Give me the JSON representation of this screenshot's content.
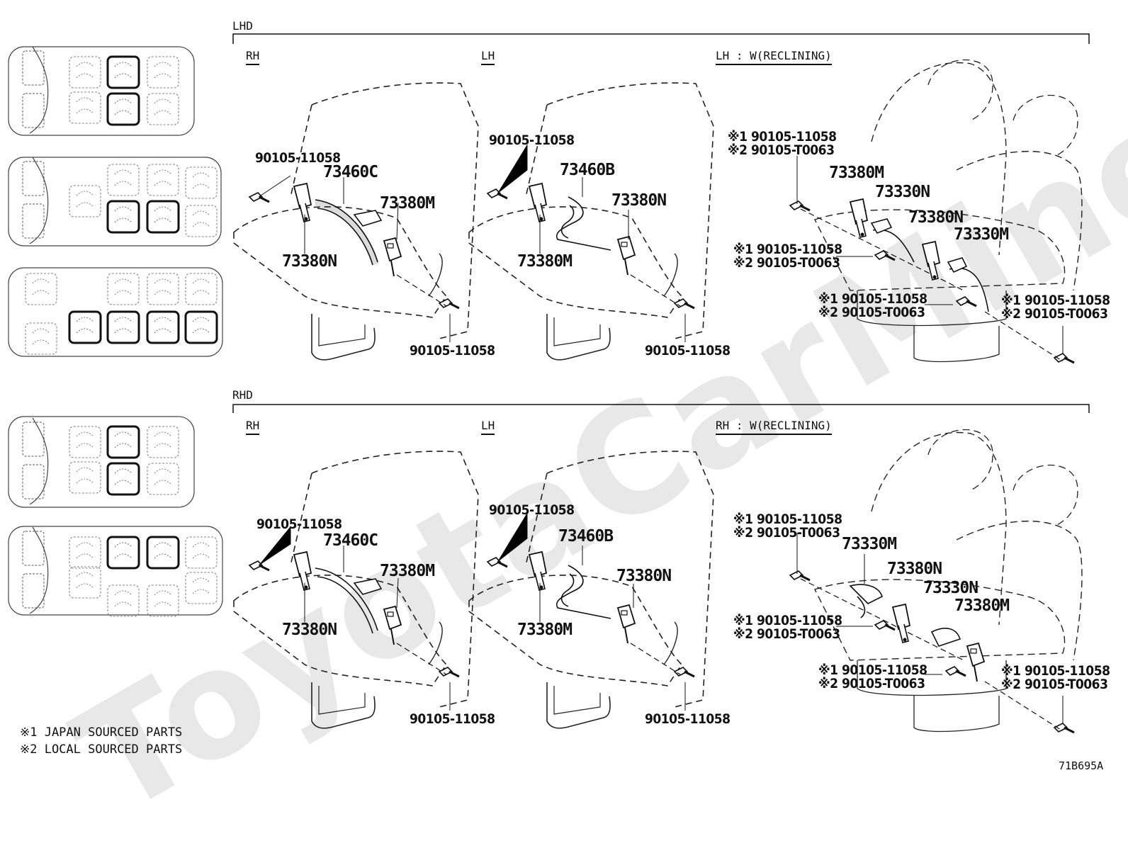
{
  "watermark": "ToyotaCarMine.ru",
  "lhd": {
    "title": "LHD",
    "rh": {
      "title": "RH",
      "bolt_top": "90105-11058",
      "retractor": "73460C",
      "buckle_right": "73380M",
      "buckle_left": "73380N",
      "bolt_bottom": "90105-11058"
    },
    "lh": {
      "title": "LH",
      "bolt_top": "90105-11058",
      "retractor": "73460B",
      "buckle_right": "73380N",
      "buckle_left": "73380M",
      "bolt_bottom": "90105-11058"
    },
    "recl": {
      "title": "LH : W(RECLINING)",
      "a1": "※1 90105-11058",
      "a2": "※2 90105-T0063",
      "p1": "73380M",
      "p2": "73330N",
      "p3": "73380N",
      "p4": "73330M",
      "b1": "※1 90105-11058",
      "b2": "※2 90105-T0063",
      "c1": "※1 90105-11058",
      "c2": "※2 90105-T0063",
      "d1": "※1 90105-11058",
      "d2": "※2 90105-T0063"
    }
  },
  "rhd": {
    "title": "RHD",
    "rh": {
      "title": "RH",
      "bolt_top": "90105-11058",
      "retractor": "73460C",
      "buckle_right": "73380M",
      "buckle_left": "73380N",
      "bolt_bottom": "90105-11058"
    },
    "lh": {
      "title": "LH",
      "bolt_top": "90105-11058",
      "retractor": "73460B",
      "buckle_right": "73380N",
      "buckle_left": "73380M",
      "bolt_bottom": "90105-11058"
    },
    "recl": {
      "title": "RH : W(RECLINING)",
      "a1": "※1 90105-11058",
      "a2": "※2 90105-T0063",
      "p1": "73330M",
      "p2": "73380N",
      "p3": "73330N",
      "p4": "73380M",
      "b1": "※1 90105-11058",
      "b2": "※2 90105-T0063",
      "c1": "※1 90105-11058",
      "c2": "※2 90105-T0063",
      "d1": "※1 90105-11058",
      "d2": "※2 90105-T0063"
    }
  },
  "notes": {
    "n1": "※1  JAPAN SOURCED PARTS",
    "n2": "※2  LOCAL SOURCED PARTS"
  },
  "code": "71B695A"
}
